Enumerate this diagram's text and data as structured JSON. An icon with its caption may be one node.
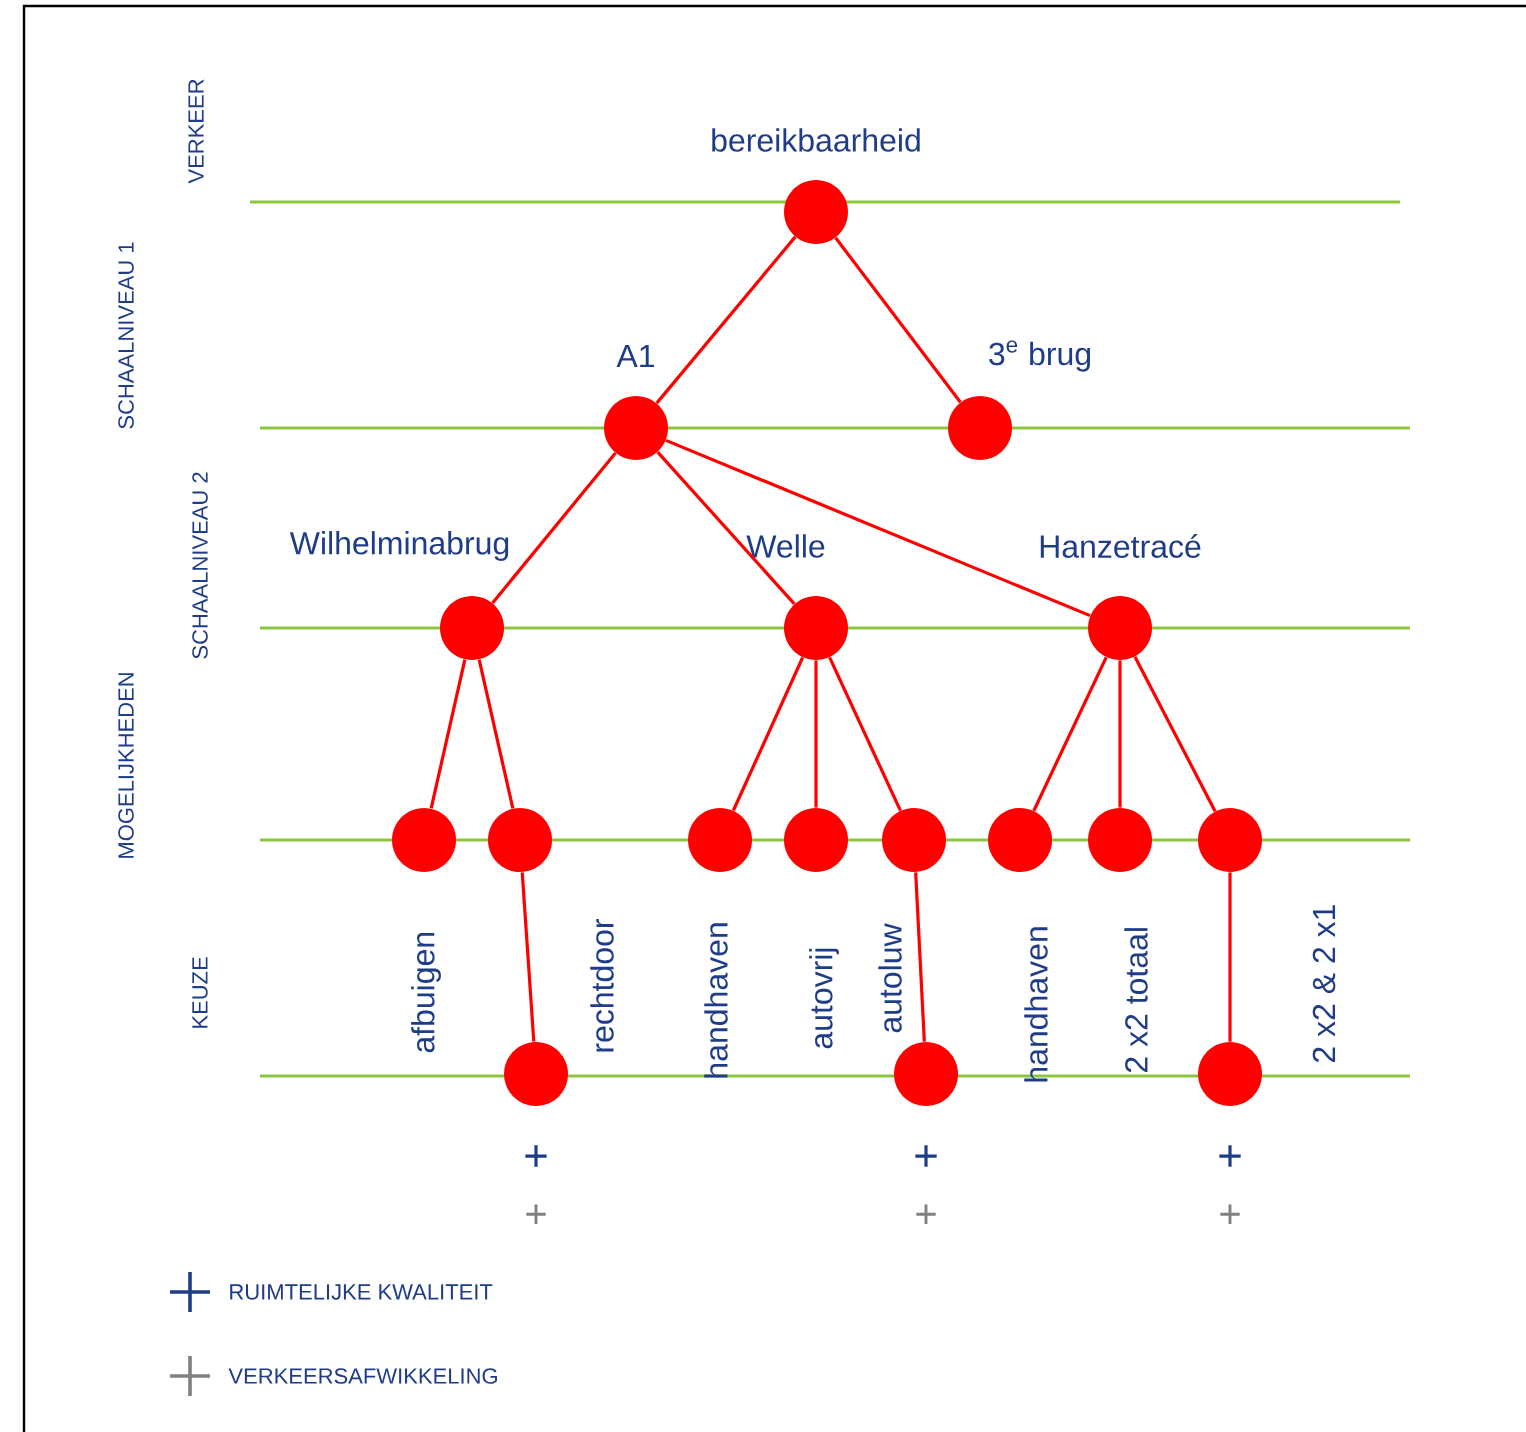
{
  "diagram": {
    "nodes": [
      {
        "text": [],
        "shape": "circle",
        "beside": [
          "bereikbaarheid"
        ]
      },
      {
        "text": [],
        "shape": "circle",
        "beside": [
          "A1"
        ]
      },
      {
        "text": [],
        "shape": "circle",
        "beside": [
          "3$^{e}$ brug"
        ]
      },
      {
        "text": [],
        "shape": "circle",
        "beside": [
          "Wilhelminabrug"
        ]
      },
      {
        "text": [],
        "shape": "circle",
        "beside": [
          "Welle"
        ]
      },
      {
        "text": [],
        "shape": "circle",
        "beside": [
          "Hanzetracé"
        ]
      },
      {
        "text": [],
        "shape": "circle",
        "beside": [
          "afbuigen"
        ]
      },
      {
        "text": [],
        "shape": "circle"
      },
      {
        "text": [],
        "shape": "circle",
        "beside": [
          "handhaven"
        ]
      },
      {
        "text": [],
        "shape": "circle",
        "beside": [
          "autovrij"
        ]
      },
      {
        "text": [],
        "shape": "circle"
      },
      {
        "text": [],
        "shape": "circle",
        "beside": [
          "handhaven"
        ]
      },
      {
        "text": [],
        "shape": "circle",
        "beside": [
          "2 x2 totaal"
        ]
      },
      {
        "text": [],
        "shape": "circle",
        "beside": [
          "2 x2 & 2 x1"
        ]
      },
      {
        "text": [],
        "shape": "circle",
        "beside": [
          "+",
          "+"
        ]
      },
      {
        "text": [],
        "shape": "circle",
        "beside": [
          "+",
          "+"
        ]
      },
      {
        "text": [],
        "shape": "circle",
        "beside": [
          "+",
          "+"
        ]
      }
    ],
    "edges": [
      {
        "from": 0,
        "to": 1,
        "arrow": "none"
      },
      {
        "from": 0,
        "to": 2,
        "arrow": "none"
      },
      {
        "from": 1,
        "to": 3,
        "arrow": "none"
      },
      {
        "from": 1,
        "to": 4,
        "arrow": "none"
      },
      {
        "from": 1,
        "to": 5,
        "arrow": "none"
      },
      {
        "from": 3,
        "to": 6,
        "arrow": "none"
      },
      {
        "from": 3,
        "to": 7,
        "arrow": "none"
      },
      {
        "from": 4,
        "to": 8,
        "arrow": "none"
      },
      {
        "from": 4,
        "to": 9,
        "arrow": "none"
      },
      {
        "from": 4,
        "to": 10,
        "arrow": "none"
      },
      {
        "from": 5,
        "to": 11,
        "arrow": "none"
      },
      {
        "from": 5,
        "to": 12,
        "arrow": "none"
      },
      {
        "from": 5,
        "to": 13,
        "arrow": "none"
      },
      {
        "from": 7,
        "to": 14,
        "arrow": "none"
      },
      {
        "from": 10,
        "to": 15,
        "arrow": "none"
      },
      {
        "from": 13,
        "to": 16,
        "arrow": "none"
      }
    ],
    "labels": [
      "VERKEER",
      "SCHAALNIVEAU 1",
      "SCHAALNIVEAU 2",
      "MOGELIJKHEDEN",
      "KEUZE",
      "rechtdoor",
      "autoluw"
    ],
    "legend": [
      {
        "text": "RUIMTELIJKE KWALITEIT"
      },
      {
        "text": "VERKEERSAFWIKKELING"
      }
    ]
  }
}
